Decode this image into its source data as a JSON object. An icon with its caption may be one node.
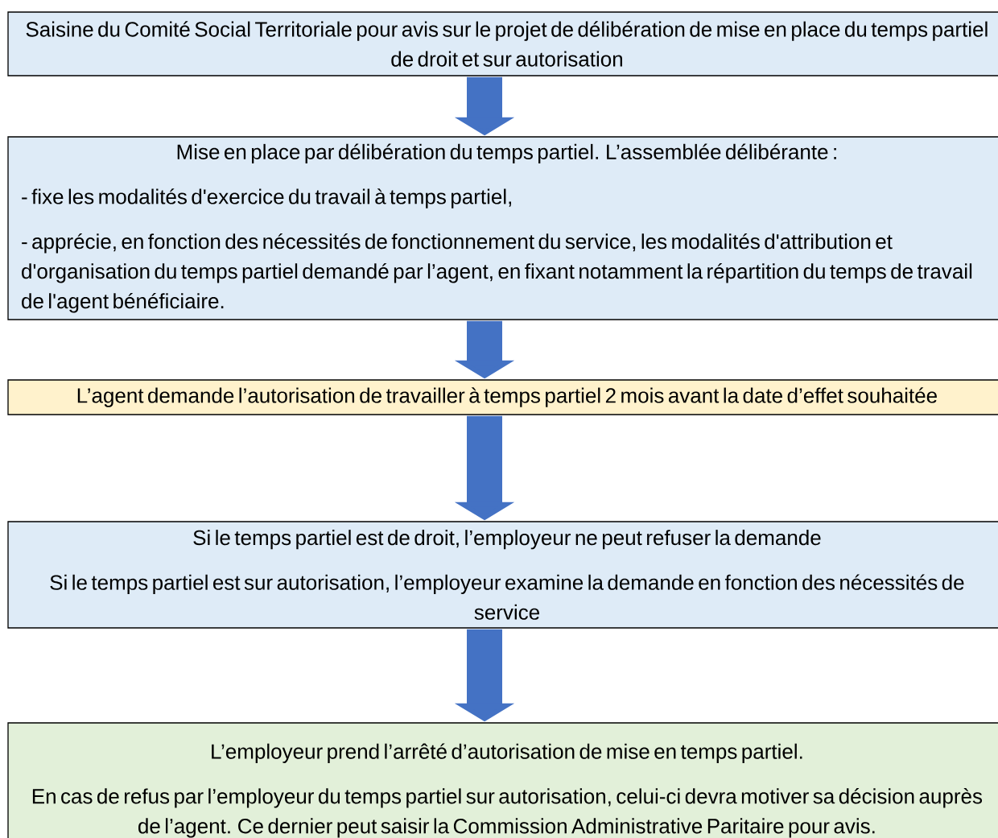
{
  "diagram": {
    "nodes": [
      {
        "text": [
          "Saisine du Comité Social Territoriale pour avis sur le projet de délibération de mise en place du temps partiel de droit et sur autorisation"
        ]
      },
      {
        "text": [
          "Mise en place par délibération du temps partiel. L’assemblée délibérante :",
          "- fixe les modalités d'exercice du travail à temps partiel,",
          "- apprécie, en fonction des nécessités de fonctionnement du service, les modalités d'attribution et d'organisation du temps partiel demandé par l’agent, en fixant notamment la répartition du temps de travail de l'agent bénéficiaire."
        ]
      },
      {
        "text": [
          "L’agent demande l’autorisation de travailler à temps partiel 2 mois avant la date d’effet souhaitée"
        ]
      },
      {
        "text": [
          "Si le temps partiel est de droit, l’employeur ne peut refuser la demande",
          "Si le temps partiel est sur autorisation, l’employeur examine la demande en fonction des nécessités de service"
        ]
      },
      {
        "text": [
          "L’employeur prend l’arrêté d’autorisation de mise en temps partiel.",
          "En cas de refus par l’employeur du temps partiel sur autorisation, celui-ci devra motiver sa décision auprès de l’agent. Ce dernier peut saisir la Commission Administrative Paritaire pour avis."
        ]
      }
    ],
    "edges": [
      {
        "from": 0,
        "to": 1,
        "arrow": "to"
      },
      {
        "from": 1,
        "to": 2,
        "arrow": "to"
      },
      {
        "from": 2,
        "to": 3,
        "arrow": "to"
      },
      {
        "from": 3,
        "to": 4,
        "arrow": "to"
      }
    ]
  }
}
